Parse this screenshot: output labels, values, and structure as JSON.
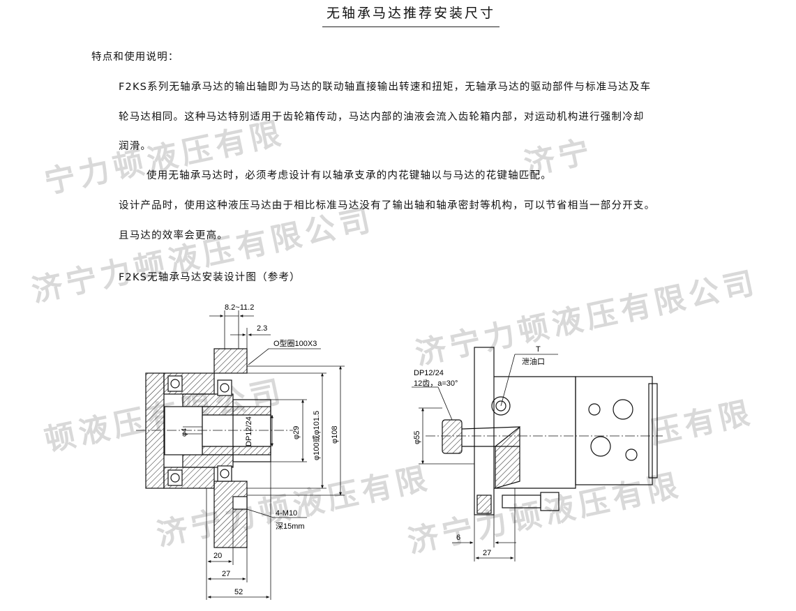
{
  "doc": {
    "title": "无轴承马达推荐安装尺寸",
    "heading": "特点和使用说明：",
    "para1_line1": "F2KS系列无轴承马达的输出轴即为马达的联动轴直接输出转速和扭矩，无轴承马达的驱动部件与标准马达及车",
    "para1_line2": "轮马达相同。这种马达特别适用于齿轮箱传动，马达内部的油液会流入齿轮箱内部，对运动机构进行强制冷却",
    "para1_line3": "润滑。",
    "para2": "使用无轴承马达时，必须考虑设计有以轴承支承的内花键轴以与马达的花键轴匹配。",
    "para3_line1": "设计产品时，使用这种液压马达由于相比标准马达没有了输出轴和轴承密封等机构，可以节省相当一部分开支。",
    "para3_line2": "且马达的效率会更高。",
    "figure_caption": "F2KS无轴承马达安装设计图（参考）"
  },
  "watermark": {
    "w1": "宁力顿液压有限",
    "w2": "济宁",
    "w3": "济宁力顿液压有限公司",
    "w4": "济宁力顿液压有限公司",
    "w5": "顿液压有限公司",
    "w6": "济宁力顿液压有限",
    "w7": "压有限",
    "w8": "济宁力顿液压有限"
  },
  "drawing_left": {
    "dim_8_2_11_2": "8.2~11.2",
    "dim_2_3": "2.3",
    "o_ring": "O型圈100X3",
    "phi4": "φ4",
    "dp": "DP12/24",
    "phi29": "φ29",
    "phi101": "φ100或φ101.5",
    "phi108": "φ108",
    "thread": "4-M10",
    "depth": "深15mm",
    "dim_20": "20",
    "dim_27": "27",
    "dim_52": "52"
  },
  "drawing_right": {
    "t_label": "T",
    "drain": "泄油口",
    "dp": "DP12/24",
    "teeth": "12齿，a=30°",
    "phi55": "φ55",
    "dim_6": "6",
    "dim_27": "27"
  }
}
